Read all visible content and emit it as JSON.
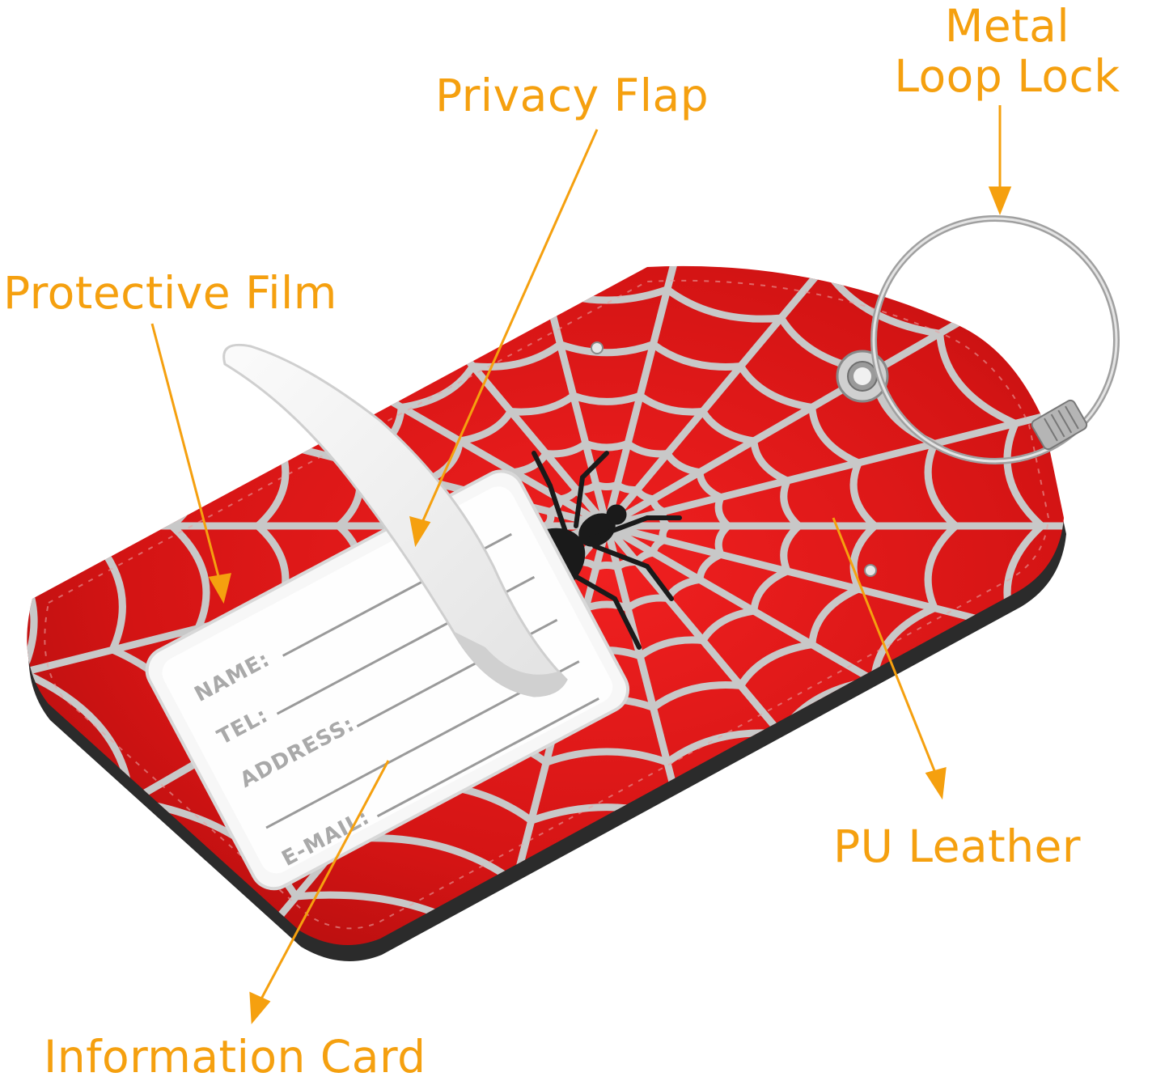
{
  "labels": {
    "metal_loop_lock_line1": "Metal",
    "metal_loop_lock_line2": "Loop Lock",
    "privacy_flap": "Privacy Flap",
    "protective_film": "Protective Film",
    "pu_leather": "PU Leather",
    "information_card": "Information Card"
  },
  "card_fields": {
    "name": "NAME:",
    "tel": "TEL:",
    "address": "ADDRESS:",
    "email": "E-MAIL:"
  },
  "colors": {
    "accent": "#f5a00f",
    "leather_red": "#d41414",
    "web": "#c8c8c8",
    "edge": "#2b2b2b"
  },
  "icons": [
    "spider-icon",
    "grommet-icon",
    "wire-loop-icon"
  ]
}
